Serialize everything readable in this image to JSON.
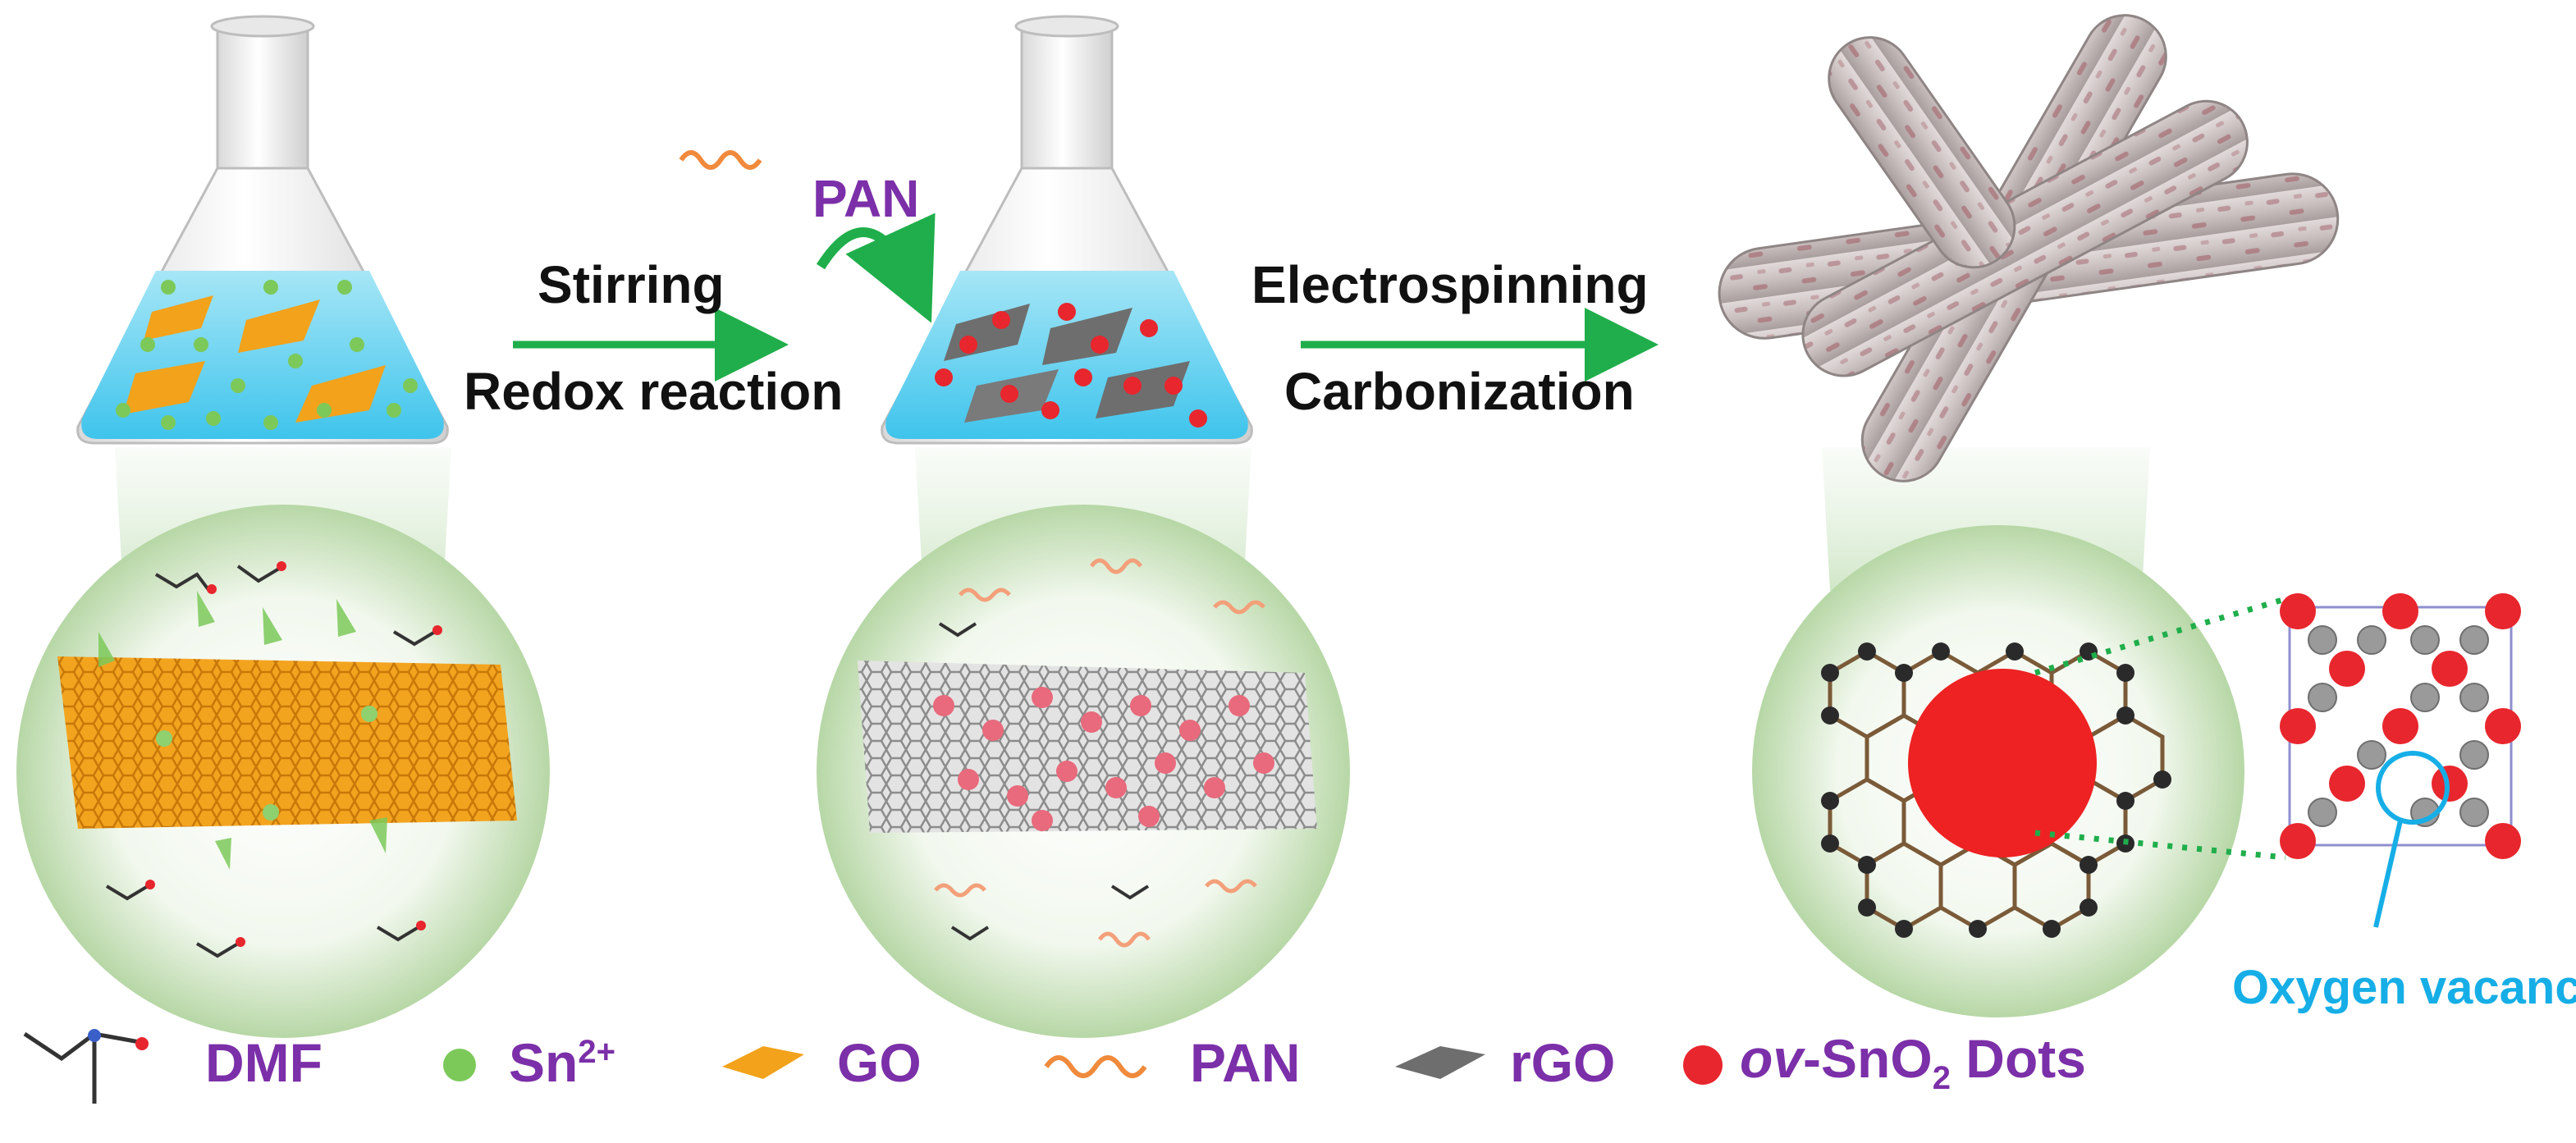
{
  "steps": {
    "step1_line1": "Stirring",
    "step1_line2": "Redox reaction",
    "step2_line1": "Electrospinning",
    "step2_line2": "Carbonization",
    "pan_reagent": "PAN"
  },
  "callout": "Oxygen vacancy",
  "legend": {
    "dmf": "DMF",
    "sn_base": "Sn",
    "sn_sup": "2+",
    "go": "GO",
    "pan": "PAN",
    "rgo": "rGO",
    "ov_prefix": "ov",
    "ov_mid": "-SnO",
    "ov_sub": "2",
    "ov_suffix": " Dots"
  },
  "colors": {
    "arrow_green": "#1fae4b",
    "label_purple": "#7b2fa8",
    "callout_blue": "#16aee6",
    "go_orange": "#f2a21b",
    "sn_green": "#7cc95a",
    "ov_red": "#e8262d",
    "pan_orange": "#f08a3c",
    "rgo_grey": "#6e6e6e",
    "solution_blue": "#7fd8f0"
  }
}
